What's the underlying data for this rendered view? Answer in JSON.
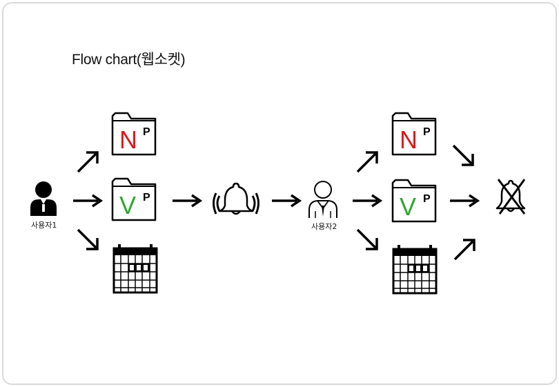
{
  "title": "Flow chart(웹소켓)",
  "user1": {
    "label": "사용자1"
  },
  "user2": {
    "label": "사용자2"
  },
  "folders": {
    "new_letter": "N",
    "view_letter": "V",
    "p_letter": "P"
  },
  "colors": {
    "n_letter": "#e01515",
    "v_letter": "#2fa82f",
    "stroke": "#000000",
    "frame": "#d9d9d9"
  },
  "icons": [
    "person-icon",
    "folder-icon",
    "calendar-icon",
    "bell-icon",
    "businessman-icon",
    "crossed-bell-icon",
    "arrow-icon"
  ]
}
